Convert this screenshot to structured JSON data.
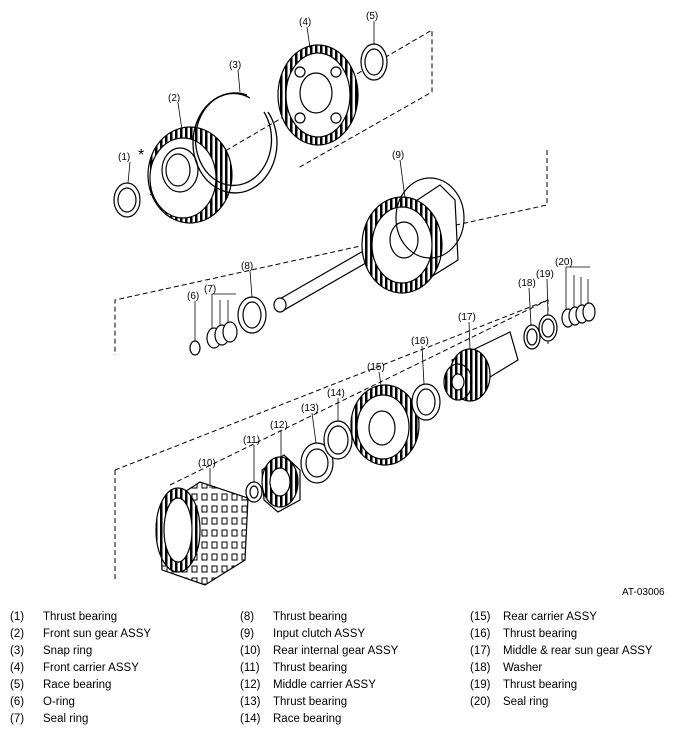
{
  "diagram": {
    "code": "AT-03006",
    "asterisk": "*",
    "callouts": [
      "(1)",
      "(2)",
      "(3)",
      "(4)",
      "(5)",
      "(6)",
      "(7)",
      "(8)",
      "(9)",
      "(10)",
      "(11)",
      "(12)",
      "(13)",
      "(14)",
      "(15)",
      "(16)",
      "(17)",
      "(18)",
      "(19)",
      "(20)"
    ]
  },
  "legend": [
    {
      "num": "(1)",
      "text": "Thrust bearing"
    },
    {
      "num": "(2)",
      "text": "Front sun gear ASSY"
    },
    {
      "num": "(3)",
      "text": "Snap ring"
    },
    {
      "num": "(4)",
      "text": "Front carrier ASSY"
    },
    {
      "num": "(5)",
      "text": "Race bearing"
    },
    {
      "num": "(6)",
      "text": "O-ring"
    },
    {
      "num": "(7)",
      "text": "Seal ring"
    },
    {
      "num": "(8)",
      "text": "Thrust bearing"
    },
    {
      "num": "(9)",
      "text": "Input clutch ASSY"
    },
    {
      "num": "(10)",
      "text": "Rear internal gear ASSY"
    },
    {
      "num": "(11)",
      "text": "Thrust bearing"
    },
    {
      "num": "(12)",
      "text": "Middle carrier ASSY"
    },
    {
      "num": "(13)",
      "text": "Thrust bearing"
    },
    {
      "num": "(14)",
      "text": "Race bearing"
    },
    {
      "num": "(15)",
      "text": "Rear carrier ASSY"
    },
    {
      "num": "(16)",
      "text": "Thrust bearing"
    },
    {
      "num": "(17)",
      "text": "Middle & rear sun gear ASSY"
    },
    {
      "num": "(18)",
      "text": "Washer"
    },
    {
      "num": "(19)",
      "text": "Thrust bearing"
    },
    {
      "num": "(20)",
      "text": "Seal ring"
    }
  ]
}
